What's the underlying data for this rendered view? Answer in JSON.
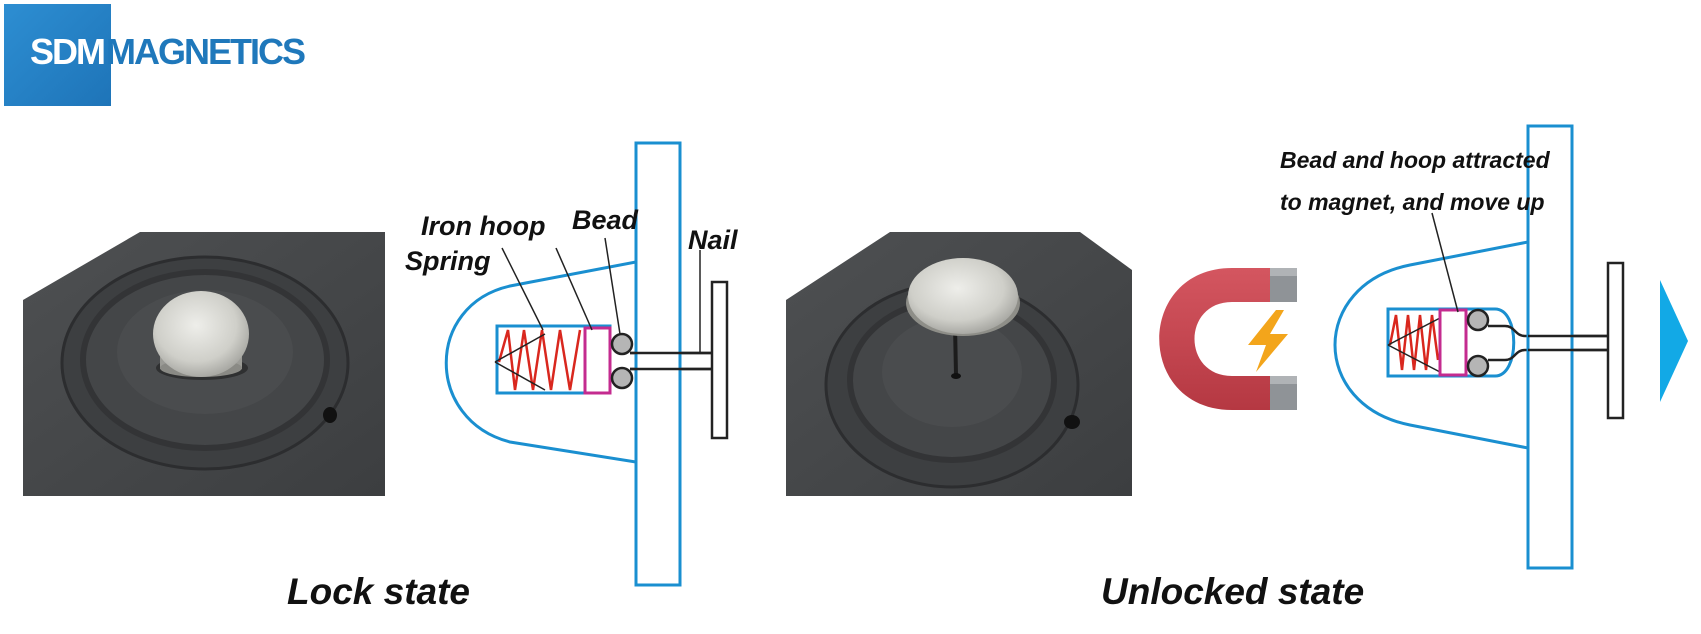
{
  "logo": {
    "sdm": "SDM",
    "magnetics": "MAGNETICS"
  },
  "lock": {
    "labels": {
      "iron_hoop": "Iron hoop",
      "spring": "Spring",
      "bead": "Bead",
      "nail": "Nail"
    },
    "caption": "Lock state"
  },
  "unlock": {
    "annotation_line1": "Bead and hoop attracted",
    "annotation_line2": "to magnet, and move up",
    "caption": "Unlocked state"
  },
  "colors": {
    "brand_blue": "#1f78bb",
    "outline_blue": "#1a8fd0",
    "spring_red": "#d9271e",
    "hoop_magenta": "#c42b8f",
    "magnet_red": "#c9424b",
    "bolt_orange": "#f3a51b",
    "arrow_cyan": "#12a9e6"
  }
}
